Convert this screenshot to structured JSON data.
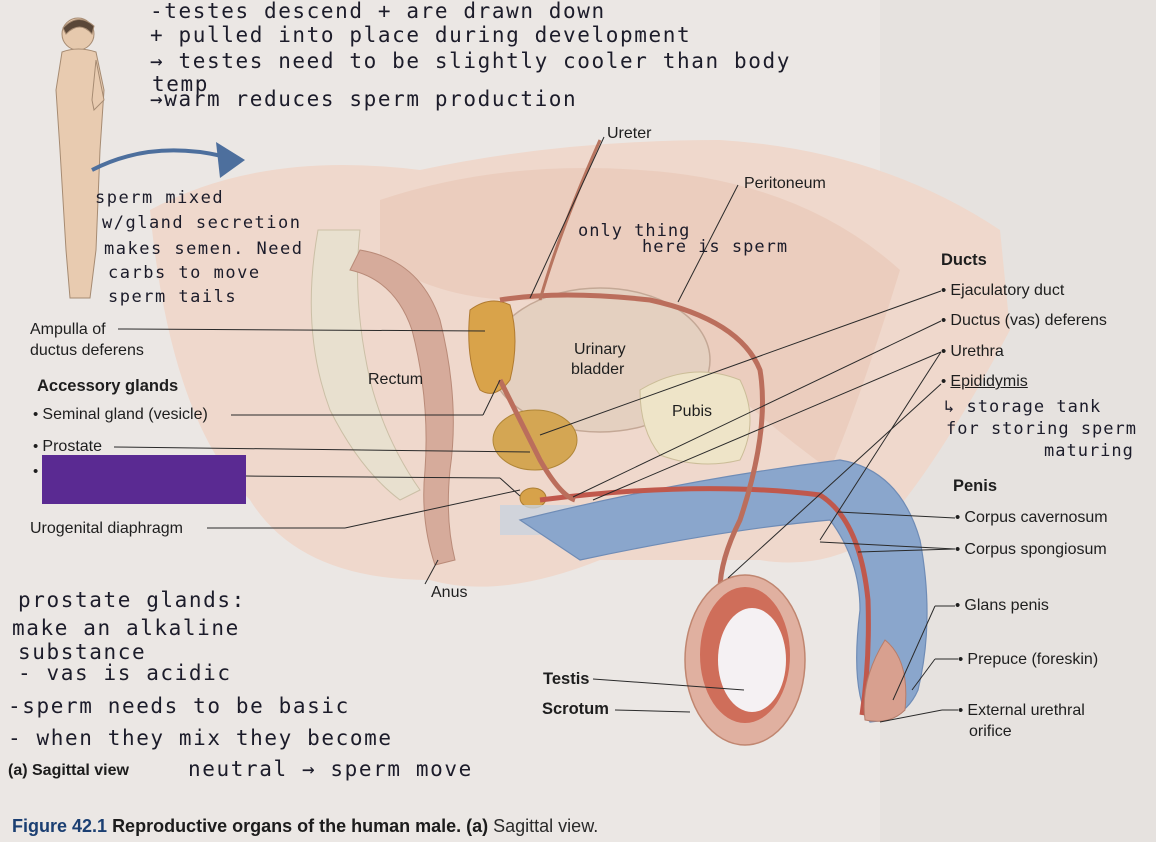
{
  "handwriting_top": [
    "-testes descend + are drawn down",
    "+ pulled into place during development",
    "→ testes need to be slightly cooler than body",
    "temp",
    "→warm reduces sperm production"
  ],
  "handwriting_left": [
    "sperm mixed",
    "w/gland secretion",
    "makes semen. Need",
    "carbs to move",
    "sperm tails"
  ],
  "handwriting_center": [
    "only thing",
    "here is sperm"
  ],
  "handwriting_right": [
    "↳ storage tank",
    "for storing sperm",
    "maturing"
  ],
  "handwriting_bottom": [
    "prostate glands:",
    "make an alkaline",
    "substance",
    "- vas is acidic",
    "-sperm needs to be basic",
    "- when they mix they become",
    "neutral → sperm move"
  ],
  "labels_left": {
    "ampulla": [
      "Ampulla of",
      "ductus deferens"
    ],
    "accessory_glands": "Accessory glands",
    "seminal_gland": "Seminal gland (vesicle)",
    "prostate": "Prostate",
    "urogenital_diaphragm": "Urogenital diaphragm"
  },
  "labels_center": {
    "ureter": "Ureter",
    "peritoneum": "Peritoneum",
    "rectum": "Rectum",
    "urinary_bladder": [
      "Urinary",
      "bladder"
    ],
    "pubis": "Pubis",
    "anus": "Anus",
    "testis": "Testis",
    "scrotum": "Scrotum"
  },
  "ducts": {
    "header": "Ducts",
    "items": [
      "Ejaculatory duct",
      "Ductus (vas) deferens",
      "Urethra",
      "Epididymis"
    ]
  },
  "penis": {
    "header": "Penis",
    "items": [
      "Corpus cavernosum",
      "Corpus spongiosum",
      "Glans penis",
      "Prepuce (foreskin)"
    ],
    "external_urethral_orifice": [
      "External urethral",
      "orifice"
    ]
  },
  "view_label": "(a) Sagittal view",
  "caption": {
    "figure": "Figure 42.1",
    "title": "Reproductive organs of the human male. (a)",
    "rest": "Sagittal view."
  },
  "colors": {
    "ink_purple": "#5a2a92",
    "urethra_red": "#c0584c",
    "spongy_blue": "#8aa6cc",
    "bladder": "#e4d0c0"
  }
}
